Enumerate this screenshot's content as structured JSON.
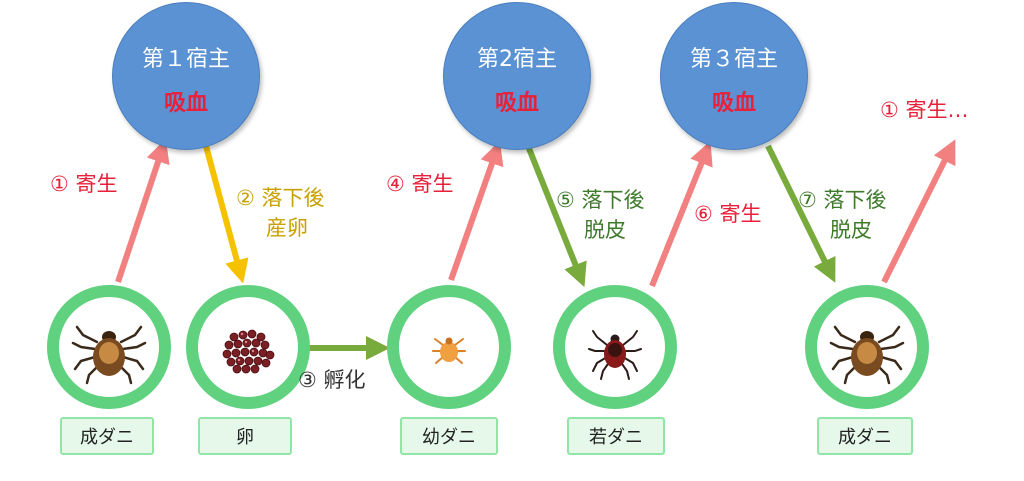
{
  "hosts": [
    {
      "name": "第１宿主",
      "action": "吸血"
    },
    {
      "name": "第2宿主",
      "action": "吸血"
    },
    {
      "name": "第３宿主",
      "action": "吸血"
    }
  ],
  "stages": [
    "成ダニ",
    "卵",
    "幼ダニ",
    "若ダニ",
    "成ダニ"
  ],
  "steps": {
    "s1": "① 寄生",
    "s2_line1": "② 落下後",
    "s2_line2": "産卵",
    "s3": "③ 孵化",
    "s4": "④ 寄生",
    "s5_line1": "⑤ 落下後",
    "s5_line2": "脱皮",
    "s6": "⑥ 寄生",
    "s7_line1": "⑦ 落下後",
    "s7_line2": "脱皮",
    "s8": "① 寄生…"
  },
  "colors": {
    "host_fill": "#5b92d3",
    "stage_ring": "#5fd17f",
    "parasitize_arrow": "#f28080",
    "drop_arrow_orange": "#f5c200",
    "drop_arrow_green": "#78ab3c"
  }
}
